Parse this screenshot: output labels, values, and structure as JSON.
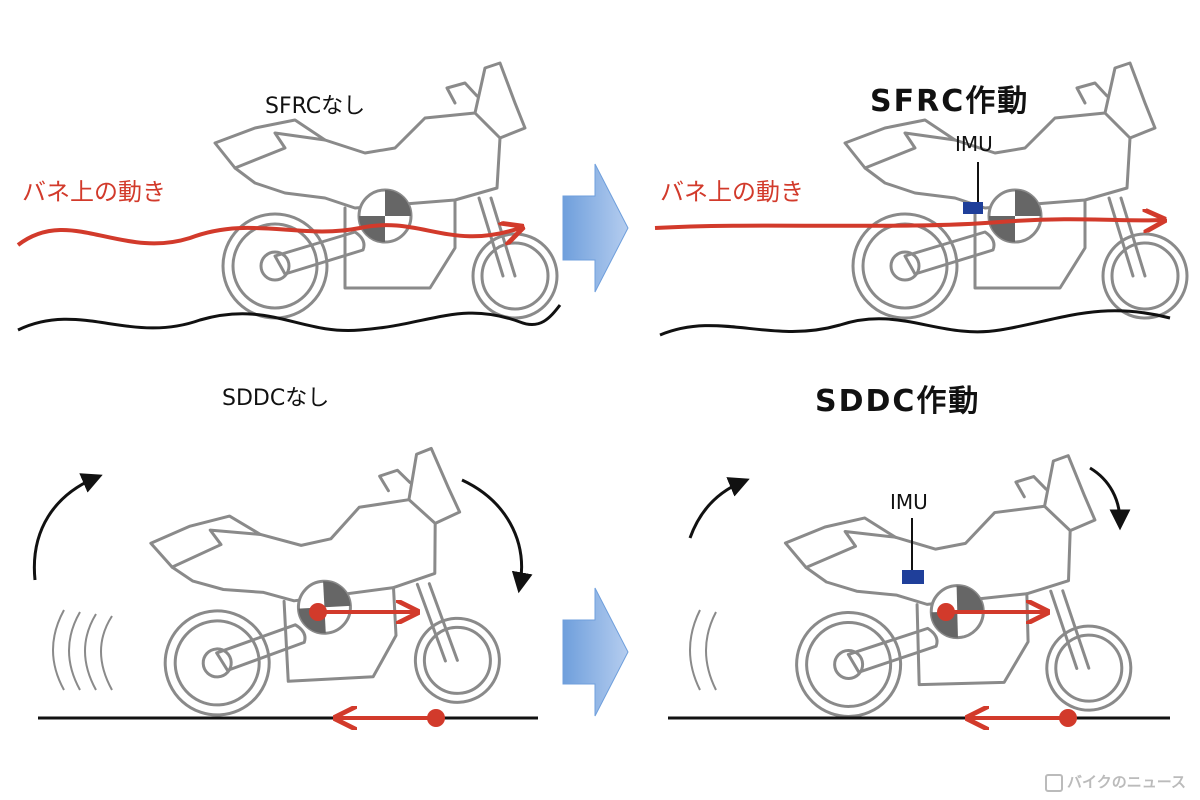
{
  "panels": {
    "top_left": {
      "title": "SFRCなし",
      "motion_label": "バネ上の動き"
    },
    "top_right": {
      "title": "SFRC作動",
      "motion_label": "バネ上の動き",
      "imu_label": "IMU"
    },
    "bottom_left": {
      "title": "SDDCなし"
    },
    "bottom_right": {
      "title": "SDDC作動",
      "imu_label": "IMU"
    }
  },
  "watermark": "バイクのニュース",
  "colors": {
    "motion_red": "#d23a2b",
    "bike_gray": "#8a8a8a",
    "imu_blue": "#1f3f9a",
    "transition_arrow": "#8fb3e6",
    "ground": "#111111"
  }
}
